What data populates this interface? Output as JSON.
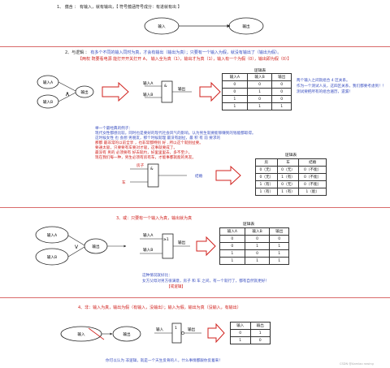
{
  "section1": {
    "title": "1、 蕴含 ： 有输入，就有输出，【 符号蕴涵符号成分：有进就有出 】",
    "input": "输入",
    "output": "输出"
  },
  "section2": {
    "title": "2、与逻辑 ：",
    "desc1": "有多个不同的输入同时为真，才会有输出（输出为真）；只要有一个输入为假，就没有输出了（输出为假）。",
    "desc2": "【两权 既要看电源 能打开开关打开 A， 输入全为真（1），输出才为真（1），输入有一个为假（0），输出即为假（0）】",
    "in_a": "输入A",
    "in_b": "输入B",
    "output": "输出",
    "and_sym": "∧",
    "gate": "&",
    "table_title": "逻辑表",
    "headers": [
      "输入A",
      "输入B",
      "输出"
    ],
    "rows": [
      [
        "0",
        "0",
        "0"
      ],
      [
        "0",
        "1",
        "0"
      ],
      [
        "1",
        "0",
        "0"
      ],
      [
        "1",
        "1",
        "1"
      ]
    ],
    "side_note": [
      "两个输入之间就组合 4 区关系。",
      "作为一个测试人员，这四区关系，我们都要考虑到！！",
      "测试要把所有的组合遍历，遗漏！"
    ],
    "story_lines": [
      "举一个最经典的例子：",
      "现代女性都感比较。同时也是要好的现代社会风气的影响。认为男生就要能够赚到的钱能都取得。",
      "这时候女性 也 会想 男朋友，那个时候就理 最没有副扯，最 积 有 前 要求的",
      "那都 最非常的以前全享 ，也非常都特别 好 , 所以这个就别扯要。",
      "要通太吸，只要要有车要对才吸，这事就要成了。",
      "最没有 男的 必须要有 好去就约，好里里里去，多不至少。",
      "现在我们每一种，男生必须有房有车，才能事都就能的男友。"
    ],
    "car_label": "房子",
    "house_label": "车",
    "result": "结婚",
    "t2_title": "逻辑表",
    "t2_headers": [
      "房",
      "车",
      "结婚"
    ],
    "t2_rows": [
      [
        "0（无）",
        "0（无）",
        "0（不能）"
      ],
      [
        "0（无）",
        "1（有）",
        "0（不能）"
      ],
      [
        "1（有）",
        "0（无）",
        "0（不能）"
      ],
      [
        "1（有）",
        "1（有）",
        "1（能）"
      ]
    ]
  },
  "section3": {
    "title": "3、或：只要有一个输入为真，输出就为真",
    "in_a": "输入A",
    "in_b": "输入B",
    "output": "输出",
    "or_sym": "V",
    "gate": "≥1",
    "table_title": "逻辑表",
    "headers": [
      "输入A",
      "输入B",
      "输出"
    ],
    "rows": [
      [
        "0",
        "0",
        "0"
      ],
      [
        "0",
        "1",
        "1"
      ],
      [
        "1",
        "0",
        "1"
      ],
      [
        "1",
        "1",
        "1"
      ]
    ],
    "note1": "这种情况就好比：",
    "note2": "女方父母对男方很满意，房子 和 车 之间，有一个就行了，都有自然就更好！",
    "note3": "【或逻辑】"
  },
  "section4": {
    "title": "4、非：输入为真，输出为假（有输入，没输出）；输入为假，输出为真（没输入，有输出）",
    "input": "输入",
    "output": "输出",
    "gate": "1",
    "t_in": "输入",
    "t_out": "输出",
    "rows": [
      [
        "0",
        "1"
      ],
      [
        "1",
        "0"
      ]
    ],
    "footer": "你可以认为 非逻辑，就是一个天生反骨的人，什么事情都跟你反着来！",
    "watermark": "CSDN @Aamlao rowing"
  }
}
